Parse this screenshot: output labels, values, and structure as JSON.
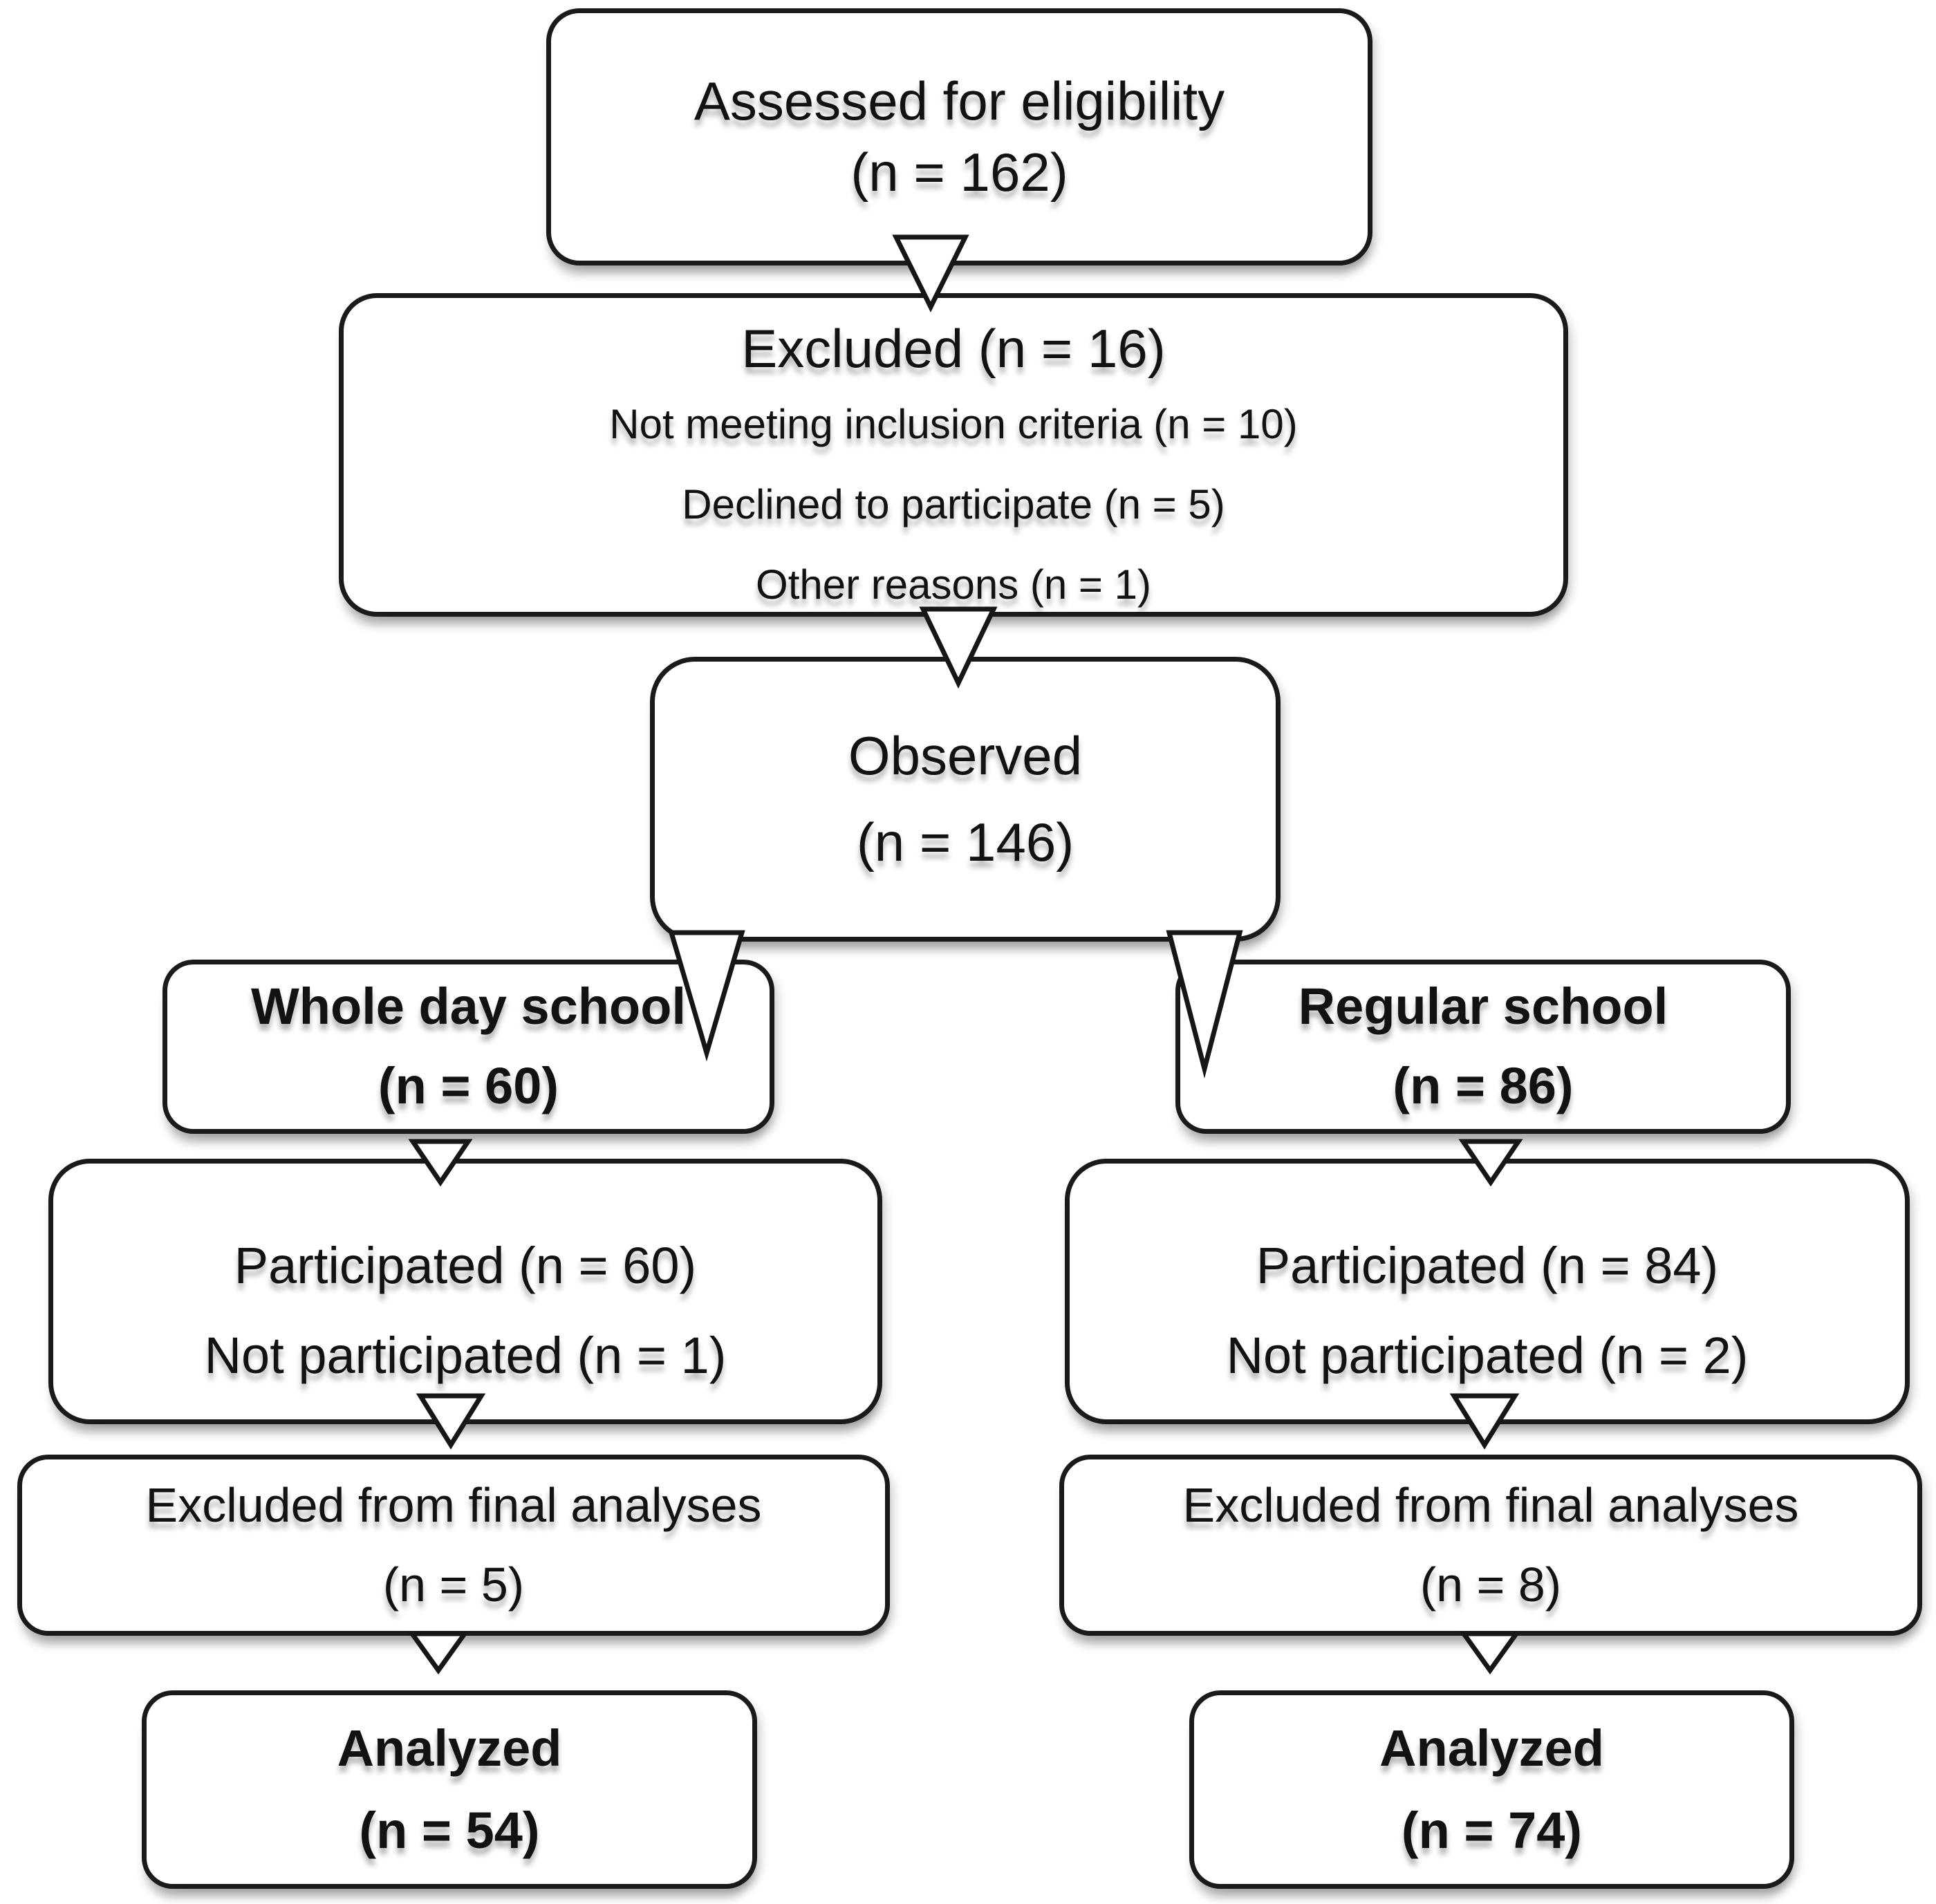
{
  "diagram": {
    "boxes": {
      "assessed": {
        "line1": "Assessed for eligibility",
        "line2": "(n = 162)"
      },
      "excluded": {
        "title": "Excluded (n = 16)",
        "reason1": "Not meeting inclusion criteria (n = 10)",
        "reason2": "Declined to participate (n = 5)",
        "reason3": "Other reasons (n = 1)"
      },
      "observed": {
        "line1": "Observed",
        "line2": "(n = 146)"
      },
      "whole_day_school": {
        "line1": "Whole day school",
        "line2": "(n = 60)"
      },
      "regular_school": {
        "line1": "Regular school",
        "line2": "(n = 86)"
      },
      "participated_whole_day": {
        "line1": "Participated (n = 60)",
        "line2": "Not participated (n = 1)"
      },
      "participated_regular": {
        "line1": "Participated (n = 84)",
        "line2": "Not participated (n = 2)"
      },
      "excluded_final_whole_day": {
        "line1": "Excluded from final analyses",
        "line2": "(n = 5)"
      },
      "excluded_final_regular": {
        "line1": "Excluded from final analyses",
        "line2": "(n = 8)"
      },
      "analyzed_whole_day": {
        "line1": "Analyzed",
        "line2": "(n = 54)"
      },
      "analyzed_regular": {
        "line1": "Analyzed",
        "line2": "(n = 74)"
      }
    },
    "colors": {
      "border": "#1a1a1a",
      "fill": "#ffffff",
      "text": "#121212",
      "background": "#ffffff"
    }
  }
}
